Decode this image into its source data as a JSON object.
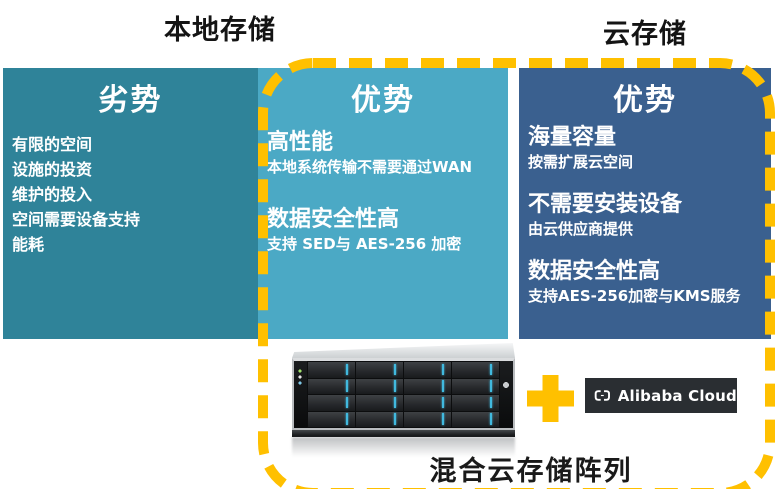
{
  "titles": {
    "local": "本地存储",
    "cloud": "云存储"
  },
  "panels": {
    "local_cons": {
      "header": "劣势",
      "items": [
        "有限的空间",
        "设施的投资",
        "维护的投入",
        "空间需要设备支持",
        "能耗"
      ]
    },
    "local_pros": {
      "header": "优势",
      "items": [
        {
          "title": "高性能",
          "desc": "本地系统传输不需要通过WAN"
        },
        {
          "title": "数据安全性高",
          "desc": "支持 SED与 AES-256 加密"
        }
      ]
    },
    "cloud_pros": {
      "header": "优势",
      "items": [
        {
          "title": "海量容量",
          "desc": "按需扩展云空间"
        },
        {
          "title": "不需要安装设备",
          "desc": "由云供应商提供"
        },
        {
          "title": "数据安全性高",
          "desc": "支持AES-256加密与KMS服务"
        }
      ]
    }
  },
  "bottom": {
    "caption": "混合云存储阵列",
    "logo_text": "Alibaba Cloud",
    "plus_icon": "plus",
    "server_icon": "storage-array"
  },
  "colors": {
    "local_cons_bg": "#2F8399",
    "local_pros_bg": "#4BA9C5",
    "cloud_pros_bg": "#3A608F",
    "accent": "#FFC000",
    "logo_bg": "#2A2E32",
    "led": "#41B9DE"
  }
}
